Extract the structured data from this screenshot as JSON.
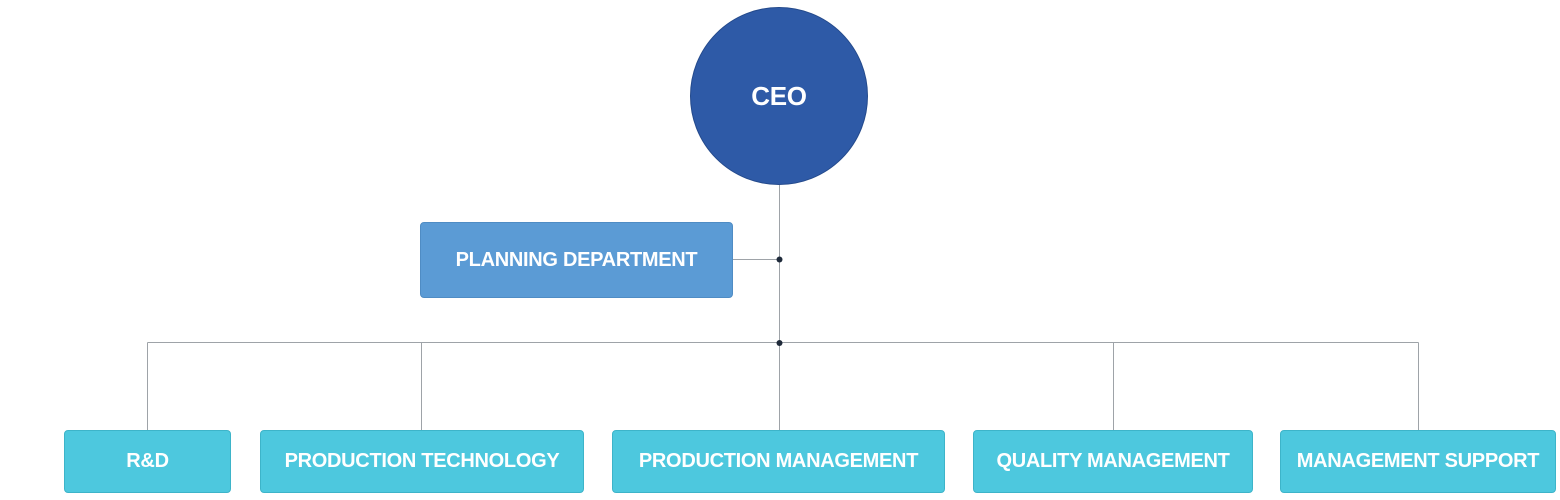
{
  "org_chart": {
    "ceo": {
      "label": "CEO",
      "color": "#2e5aa7"
    },
    "staff": {
      "label": "PLANNING DEPARTMENT",
      "color": "#5b9bd5"
    },
    "departments": [
      {
        "label": "R&D"
      },
      {
        "label": "PRODUCTION TECHNOLOGY"
      },
      {
        "label": "PRODUCTION MANAGEMENT"
      },
      {
        "label": "QUALITY MANAGEMENT"
      },
      {
        "label": "MANAGEMENT SUPPORT"
      }
    ],
    "department_color": "#4dc8de",
    "connector_color": "#9ea3a8",
    "junction_color": "#1f2a3a"
  }
}
